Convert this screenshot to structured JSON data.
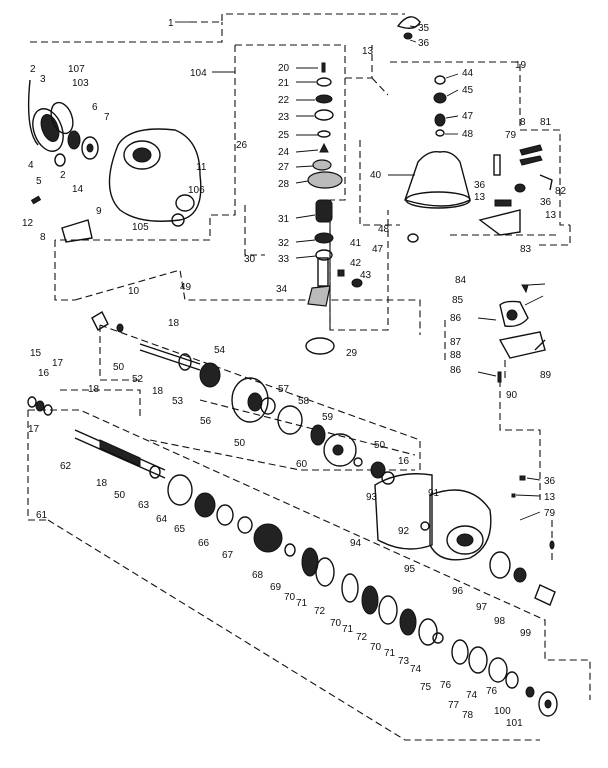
{
  "callouts": [
    {
      "id": "c1",
      "text": "1"
    },
    {
      "id": "c35",
      "text": "35"
    },
    {
      "id": "c36a",
      "text": "36"
    },
    {
      "id": "c13a",
      "text": "13"
    },
    {
      "id": "c104",
      "text": "104"
    },
    {
      "id": "c19",
      "text": "19"
    },
    {
      "id": "c2a",
      "text": "2"
    },
    {
      "id": "c3",
      "text": "3"
    },
    {
      "id": "c107",
      "text": "107"
    },
    {
      "id": "c103",
      "text": "103"
    },
    {
      "id": "c6",
      "text": "6"
    },
    {
      "id": "c7",
      "text": "7"
    },
    {
      "id": "c4",
      "text": "4"
    },
    {
      "id": "c5",
      "text": "5"
    },
    {
      "id": "c2b",
      "text": "2"
    },
    {
      "id": "c14",
      "text": "14"
    },
    {
      "id": "c12",
      "text": "12"
    },
    {
      "id": "c9",
      "text": "9"
    },
    {
      "id": "c8a",
      "text": "8"
    },
    {
      "id": "c11",
      "text": "11"
    },
    {
      "id": "c106",
      "text": "106"
    },
    {
      "id": "c105",
      "text": "105"
    },
    {
      "id": "c20",
      "text": "20"
    },
    {
      "id": "c21",
      "text": "21"
    },
    {
      "id": "c22",
      "text": "22"
    },
    {
      "id": "c23",
      "text": "23"
    },
    {
      "id": "c25",
      "text": "25"
    },
    {
      "id": "c24",
      "text": "24"
    },
    {
      "id": "c27",
      "text": "27"
    },
    {
      "id": "c28",
      "text": "28"
    },
    {
      "id": "c26",
      "text": "26"
    },
    {
      "id": "c31",
      "text": "31"
    },
    {
      "id": "c32",
      "text": "32"
    },
    {
      "id": "c33",
      "text": "33"
    },
    {
      "id": "c30",
      "text": "30"
    },
    {
      "id": "c41",
      "text": "41"
    },
    {
      "id": "c42",
      "text": "42"
    },
    {
      "id": "c43",
      "text": "43"
    },
    {
      "id": "c34",
      "text": "34"
    },
    {
      "id": "c29",
      "text": "29"
    },
    {
      "id": "c44",
      "text": "44"
    },
    {
      "id": "c45",
      "text": "45"
    },
    {
      "id": "c47a",
      "text": "47"
    },
    {
      "id": "c48a",
      "text": "48"
    },
    {
      "id": "c40",
      "text": "40"
    },
    {
      "id": "c48b",
      "text": "48"
    },
    {
      "id": "c47b",
      "text": "47"
    },
    {
      "id": "c8b",
      "text": "8"
    },
    {
      "id": "c81",
      "text": "81"
    },
    {
      "id": "c79a",
      "text": "79"
    },
    {
      "id": "c82",
      "text": "82"
    },
    {
      "id": "c36b",
      "text": "36"
    },
    {
      "id": "c36c",
      "text": "36"
    },
    {
      "id": "c13b",
      "text": "13"
    },
    {
      "id": "c13c",
      "text": "13"
    },
    {
      "id": "c83",
      "text": "83"
    },
    {
      "id": "c84",
      "text": "84"
    },
    {
      "id": "c85",
      "text": "85"
    },
    {
      "id": "c86a",
      "text": "86"
    },
    {
      "id": "c87",
      "text": "87"
    },
    {
      "id": "c88",
      "text": "88"
    },
    {
      "id": "c89",
      "text": "89"
    },
    {
      "id": "c86b",
      "text": "86"
    },
    {
      "id": "c90",
      "text": "90"
    },
    {
      "id": "c10",
      "text": "10"
    },
    {
      "id": "c49",
      "text": "49"
    },
    {
      "id": "c18a",
      "text": "18"
    },
    {
      "id": "c50a",
      "text": "50"
    },
    {
      "id": "c52",
      "text": "52"
    },
    {
      "id": "c18b",
      "text": "18"
    },
    {
      "id": "c53",
      "text": "53"
    },
    {
      "id": "c54",
      "text": "54"
    },
    {
      "id": "c15",
      "text": "15"
    },
    {
      "id": "c16a",
      "text": "16"
    },
    {
      "id": "c17a",
      "text": "17"
    },
    {
      "id": "c18c",
      "text": "18"
    },
    {
      "id": "c17b",
      "text": "17"
    },
    {
      "id": "c56",
      "text": "56"
    },
    {
      "id": "c57",
      "text": "57"
    },
    {
      "id": "c58",
      "text": "58"
    },
    {
      "id": "c59",
      "text": "59"
    },
    {
      "id": "c50b",
      "text": "50"
    },
    {
      "id": "c50c",
      "text": "50"
    },
    {
      "id": "c60",
      "text": "60"
    },
    {
      "id": "c16b",
      "text": "16"
    },
    {
      "id": "c93",
      "text": "93"
    },
    {
      "id": "c62",
      "text": "62"
    },
    {
      "id": "c18d",
      "text": "18"
    },
    {
      "id": "c50d",
      "text": "50"
    },
    {
      "id": "c63",
      "text": "63"
    },
    {
      "id": "c61",
      "text": "61"
    },
    {
      "id": "c64",
      "text": "64"
    },
    {
      "id": "c65",
      "text": "65"
    },
    {
      "id": "c66",
      "text": "66"
    },
    {
      "id": "c67",
      "text": "67"
    },
    {
      "id": "c68",
      "text": "68"
    },
    {
      "id": "c36d",
      "text": "36"
    },
    {
      "id": "c91",
      "text": "91"
    },
    {
      "id": "c13d",
      "text": "13"
    },
    {
      "id": "c79b",
      "text": "79"
    },
    {
      "id": "c92",
      "text": "92"
    },
    {
      "id": "c94",
      "text": "94"
    },
    {
      "id": "c95",
      "text": "95"
    },
    {
      "id": "c96",
      "text": "96"
    },
    {
      "id": "c97",
      "text": "97"
    },
    {
      "id": "c98",
      "text": "98"
    },
    {
      "id": "c99",
      "text": "99"
    },
    {
      "id": "c69",
      "text": "69"
    },
    {
      "id": "c70a",
      "text": "70"
    },
    {
      "id": "c71a",
      "text": "71"
    },
    {
      "id": "c72a",
      "text": "72"
    },
    {
      "id": "c70b",
      "text": "70"
    },
    {
      "id": "c71b",
      "text": "71"
    },
    {
      "id": "c72b",
      "text": "72"
    },
    {
      "id": "c70c",
      "text": "70"
    },
    {
      "id": "c71c",
      "text": "71"
    },
    {
      "id": "c73",
      "text": "73"
    },
    {
      "id": "c74a",
      "text": "74"
    },
    {
      "id": "c75",
      "text": "75"
    },
    {
      "id": "c76a",
      "text": "76"
    },
    {
      "id": "c74b",
      "text": "74"
    },
    {
      "id": "c76b",
      "text": "76"
    },
    {
      "id": "c77",
      "text": "77"
    },
    {
      "id": "c78",
      "text": "78"
    },
    {
      "id": "c100",
      "text": "100"
    },
    {
      "id": "c101",
      "text": "101"
    }
  ]
}
